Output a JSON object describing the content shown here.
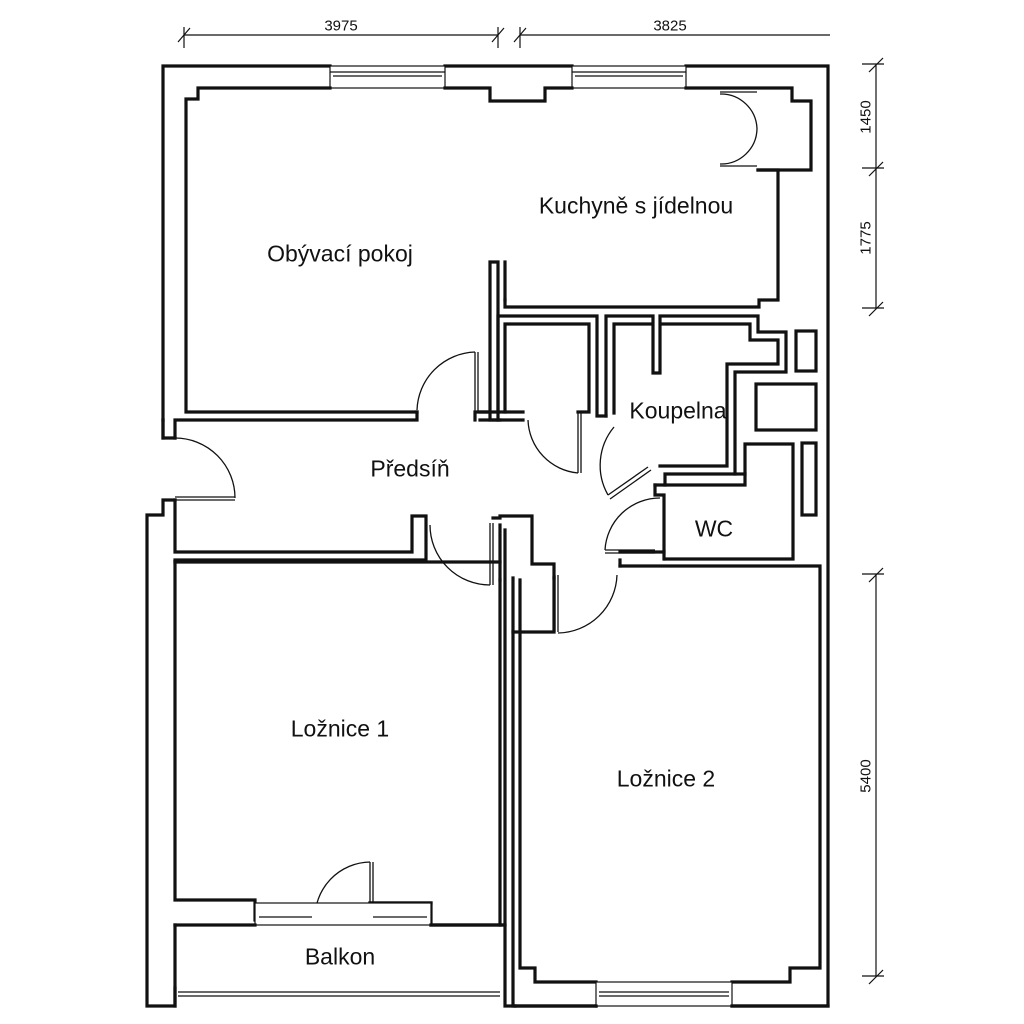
{
  "plan": {
    "rooms": {
      "living_room": "Obývací pokoj",
      "kitchen": "Kuchyně s jídelnou",
      "hallway": "Předsíň",
      "bathroom": "Koupelna",
      "wc": "WC",
      "bedroom_1": "Ložnice 1",
      "bedroom_2": "Ložnice 2",
      "balcony": "Balkon"
    },
    "dimensions": {
      "top_left": "3975",
      "top_right": "3825",
      "right_upper": "1450",
      "right_middle": "1775",
      "right_lower": "5400"
    },
    "colors": {
      "line": "#111111",
      "background": "#ffffff"
    }
  }
}
